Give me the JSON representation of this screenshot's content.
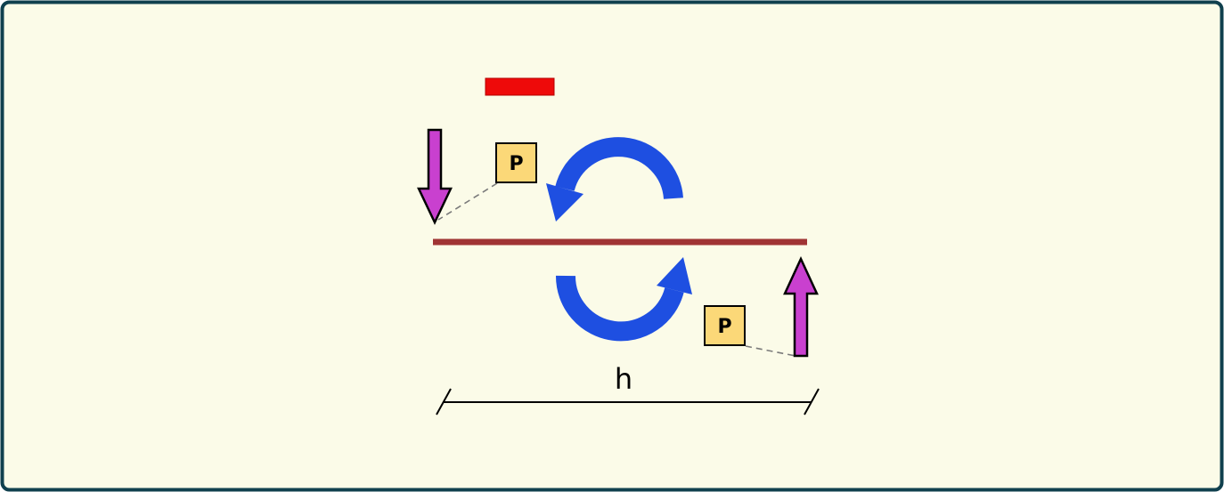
{
  "diagram": {
    "labels": {
      "force_top": "P",
      "force_bottom": "P",
      "dimension": "h"
    },
    "colors": {
      "background": "#FBFBE8",
      "border": "#10404E",
      "red_bar": "#EE0A0A",
      "beam": "#A03434",
      "arrow_magenta": "#C940CF",
      "arrow_blue": "#1E4FE1",
      "label_box": "#FBD878",
      "leader_gray": "#7A7A7A",
      "dimension_black": "#000000"
    }
  }
}
